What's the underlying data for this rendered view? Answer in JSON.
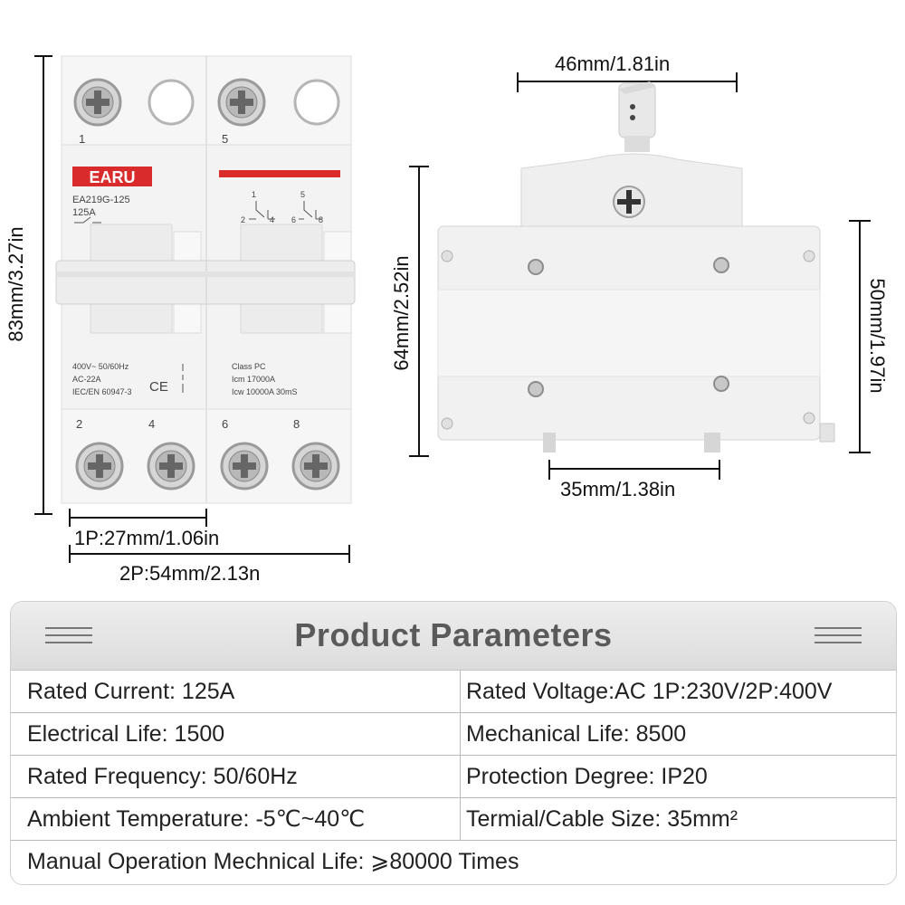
{
  "dimensions": {
    "height_left": "83mm/3.27in",
    "width_1p": "1P:27mm/1.06in",
    "width_2p": "2P:54mm/2.13n",
    "top_width": "46mm/1.81in",
    "height_side": "64mm/2.52in",
    "height_body": "50mm/1.97in",
    "rail_width": "35mm/1.38in"
  },
  "front_panel": {
    "brand": "EARU",
    "model": "EA219G-125",
    "current": "125A",
    "terminal_top_1": "1",
    "terminal_top_5": "5",
    "terminal_bottom": [
      "2",
      "4",
      "6",
      "8"
    ],
    "spec_left": [
      "400V~ 50/60Hz",
      "AC-22A",
      "IEC/EN 60947-3"
    ],
    "ce_mark": "CE",
    "spec_right": [
      "Class PC",
      "Icm 17000A",
      "Icw 10000A 30mS"
    ],
    "schematic_numbers": [
      "1",
      "5",
      "2",
      "4",
      "6",
      "8"
    ]
  },
  "params": {
    "title": "Product Parameters",
    "rows": [
      [
        "Rated Current: 125A",
        "Rated Voltage:AC 1P:230V/2P:400V"
      ],
      [
        "Electrical Life: 1500",
        "Mechanical Life: 8500"
      ],
      [
        "Rated Frequency: 50/60Hz",
        "Protection Degree: IP20"
      ],
      [
        "Ambient Temperature: -5℃~40℃",
        "Termial/Cable Size: 35mm²"
      ]
    ],
    "full_row": "Manual Operation Mechnical Life: ⩾80000 Times"
  },
  "colors": {
    "brand_red": "#d92b2b",
    "body_white": "#f4f4f4",
    "header_gray": "#e4e4e4",
    "title_gray": "#5a5a5a"
  }
}
